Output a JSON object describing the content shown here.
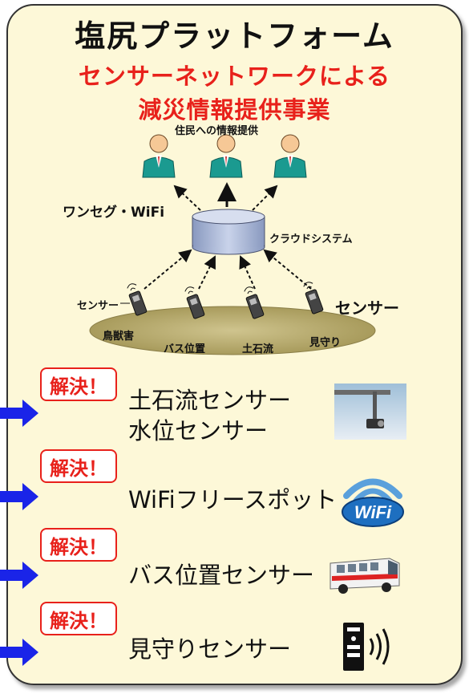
{
  "title": "塩尻プラットフォーム",
  "subtitle": [
    "センサーネットワークによる",
    "減災情報提供事業"
  ],
  "diagram": {
    "residents_label": "住民への情報提供",
    "network_label": "ワンセグ・WiFi",
    "cloud_label": "クラウドシステム",
    "sensor_left_label": "センサー",
    "sensor_right_label": "センサー",
    "sensors": [
      "鳥獣害",
      "バス位置",
      "土石流",
      "見守り"
    ]
  },
  "solutions": [
    {
      "badge": "解決！",
      "lines": [
        "土石流センサー",
        "水位センサー"
      ],
      "image_icon": "camera-sensor-photo"
    },
    {
      "badge": "解決！",
      "lines": [
        "WiFiフリースポット"
      ],
      "image_icon": "wifi-logo",
      "image_text": "WiFi"
    },
    {
      "badge": "解決！",
      "lines": [
        "バス位置センサー"
      ],
      "image_icon": "bus-photo"
    },
    {
      "badge": "解決！",
      "lines": [
        "見守りセンサー"
      ],
      "image_icon": "beacon-icon"
    }
  ],
  "colors": {
    "panel_bg": "#fdf8d8",
    "accent_red": "#e8211b",
    "arrow_blue": "#1a24e8",
    "ground": "#b8ac72",
    "cloud_db": "#b6c2dc",
    "person_suit": "#1b9a90"
  }
}
